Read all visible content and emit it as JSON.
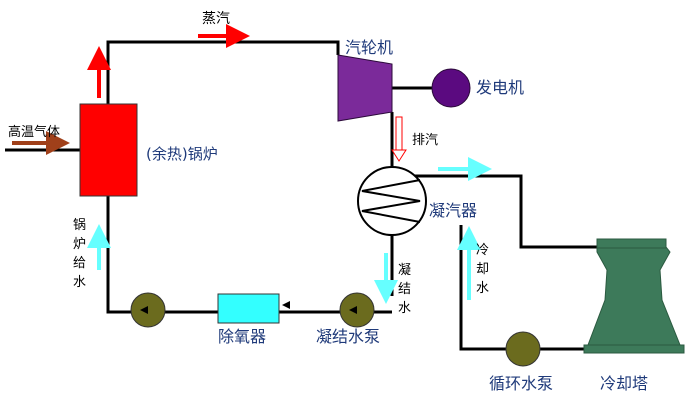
{
  "labels": {
    "steam": "蒸汽",
    "turbine": "汽轮机",
    "generator": "发电机",
    "hot_gas": "高温气体",
    "boiler": "(余热)锅炉",
    "exhaust": "排汽",
    "condenser": "凝汽器",
    "boiler_feed_water": [
      "锅",
      "炉",
      "给",
      "水"
    ],
    "condensate": [
      "凝",
      "结",
      "水"
    ],
    "cooling_water": [
      "冷",
      "却",
      "水"
    ],
    "deaerator": "除氧器",
    "condensate_pump": "凝结水泵",
    "circulating_pump": "循环水泵",
    "cooling_tower": "冷却塔"
  },
  "colors": {
    "boiler": "#ff0000",
    "turbine": "#7b2a9a",
    "generator": "#5b0a80",
    "pump": "#6b6b1e",
    "deaerator": "#33ffff",
    "cooling_tower": "#3d7a5a",
    "red_arrow": "#ff0000",
    "cyan_arrow": "#66ffff",
    "hot_gas_arrow": "#a0401a",
    "label_blue": "#1f3a7a"
  }
}
